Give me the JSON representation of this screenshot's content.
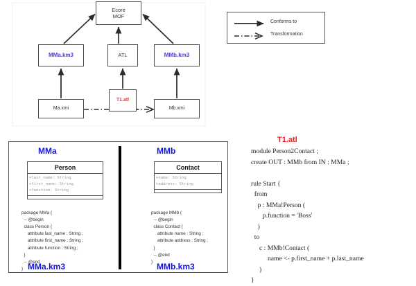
{
  "megamodel": {
    "boxes": {
      "ecore": "Ecore\nMOF",
      "mma_km3": "MMa.km3",
      "atl": "ATL",
      "mmb_km3": "MMb.km3",
      "ma_xmi": "Ma.xmi",
      "t1_atl": "T1.atl",
      "mb_xmi": "Mb.xmi"
    },
    "colors": {
      "metamodel_blue": "#4a40d8",
      "transformation_red": "#ea3b3b",
      "box_border": "#4a4a4a"
    }
  },
  "legend": {
    "items": [
      {
        "label": "Conforms to",
        "style": "solid-arrow"
      },
      {
        "label": "Transformation",
        "style": "dash-dot-arrow"
      }
    ]
  },
  "panel": {
    "left": {
      "title": "MMa",
      "footer": "MMa.km3",
      "uml": {
        "class_name": "Person",
        "attributes": [
          "+last_name: String",
          "+first_name: String",
          "+function: String"
        ]
      },
      "km3_code": "package MMa {\n  -- @begin\n  class Person {\n     attribute last_name : String ;\n     attribute first_name : String ;\n     attribute function : String ;\n  }\n  -- @end\n}"
    },
    "right": {
      "title": "MMb",
      "footer": "MMb.km3",
      "uml": {
        "class_name": "Contact",
        "attributes": [
          "+name: String",
          "+address: String"
        ]
      },
      "km3_code": "package MMb {\n  -- @begin\n  class Contact {\n     attribute name : String ;\n     attribute address : String ;\n  }\n  -- @end\n}"
    }
  },
  "atl": {
    "title": "T1.atl",
    "title_color": "#ff1a1a",
    "code": "module Person2Contact ;\ncreate OUT : MMb from IN : MMa ;\n\nrule Start {\n  from\n    p : MMa!Person (\n       p.function = 'Boss'\n    )\n  to\n     c : MMb!Contact (\n          name <- p.first_name + p.last_name\n     )\n}"
  }
}
